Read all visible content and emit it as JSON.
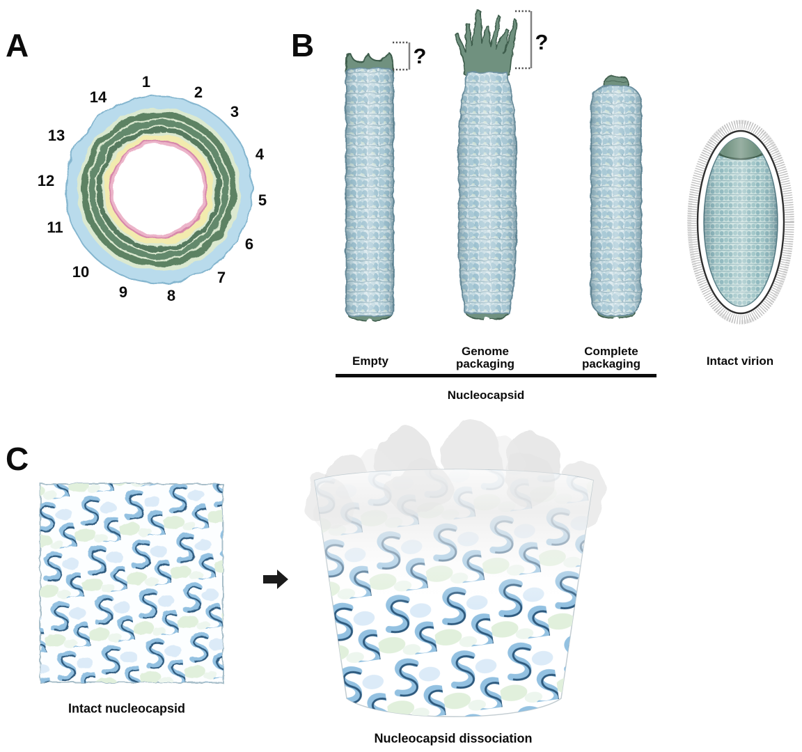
{
  "figure": {
    "panel_a": {
      "letter": "A",
      "ring_numbers": [
        "1",
        "2",
        "3",
        "4",
        "5",
        "6",
        "7",
        "8",
        "9",
        "10",
        "11",
        "12",
        "13",
        "14"
      ]
    },
    "panel_b": {
      "letter": "B",
      "question_marks": [
        "?",
        "?"
      ],
      "stage_labels": [
        "Empty",
        "Genome packaging",
        "Complete packaging",
        "Intact virion"
      ],
      "group_label": "Nucleocapsid"
    },
    "panel_c": {
      "letter": "C",
      "left_label": "Intact nucleocapsid",
      "right_label": "Nucleocapsid dissociation"
    }
  },
  "colors": {
    "capsid_blue": "#c9dfe9",
    "cap_green": "#70917f",
    "ring_outer_blue": "#b9dbec",
    "ring_green": "#5d8264",
    "ring_yellow": "#f2ebae",
    "ring_pink": "#ecb4c9",
    "text": "#0c0c0c"
  }
}
